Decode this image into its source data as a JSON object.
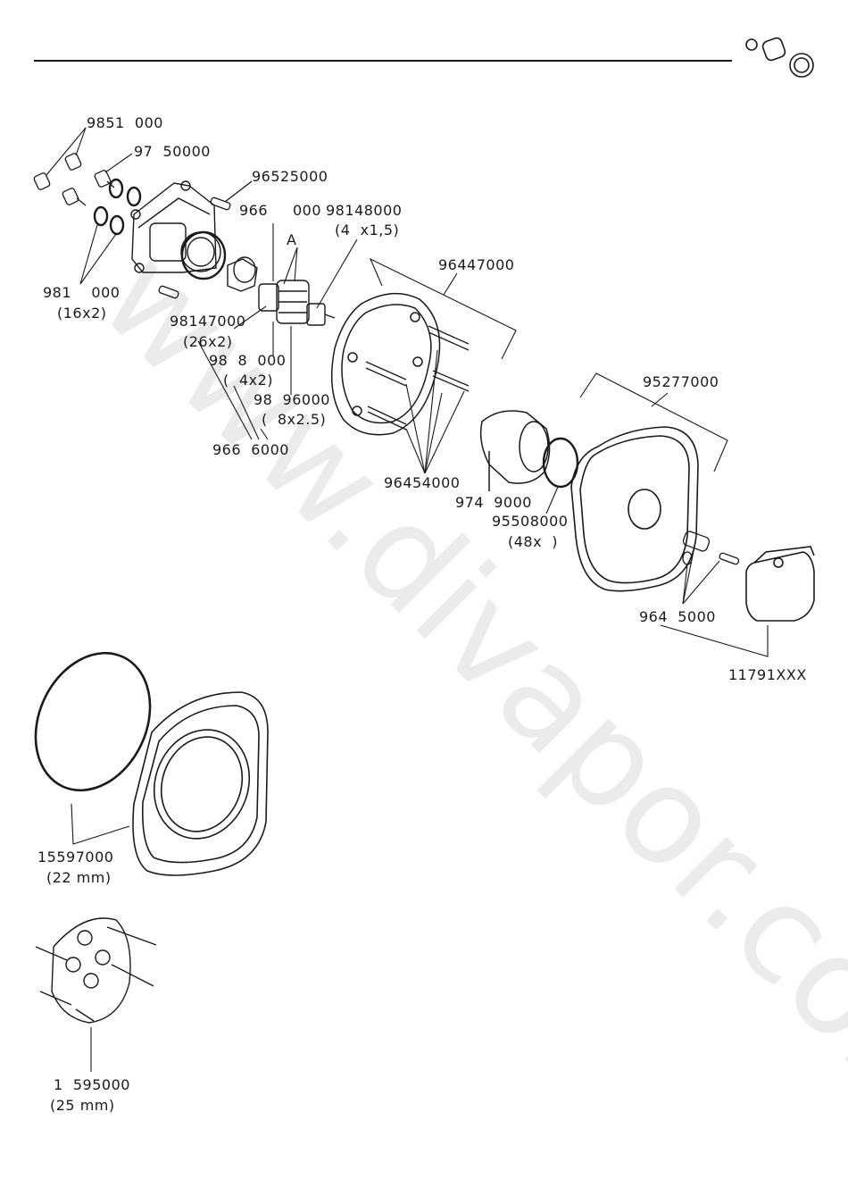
{
  "watermark": "www.divapor.com",
  "labels": {
    "p9851": "9851  000",
    "p9750": "97  50000",
    "p96525": "96525000",
    "p966a": "966     000",
    "p98148": "98148000",
    "p98148sz": "(4  x1,5)",
    "pA": "A",
    "p981": "981    000",
    "p981sz": "(16x2)",
    "p98147": "98147000",
    "p98147sz": "(26x2)",
    "p988": "98  8  000",
    "p988sz": "(  4x2)",
    "p9896": "98  96000",
    "p9896sz": "(  8x2.5)",
    "p9666": "966  6000",
    "p96447": "96447000",
    "p96454": "96454000",
    "p974": "974  9000",
    "p95508": "95508000",
    "p95508sz": "(48x  )",
    "p95277": "95277000",
    "p9645": "964  5000",
    "p11791": "11791XXX",
    "p15597": "15597000",
    "p15597sz": "(22 mm)",
    "p1595": "1  595000",
    "p1595sz": "(25 mm)"
  }
}
